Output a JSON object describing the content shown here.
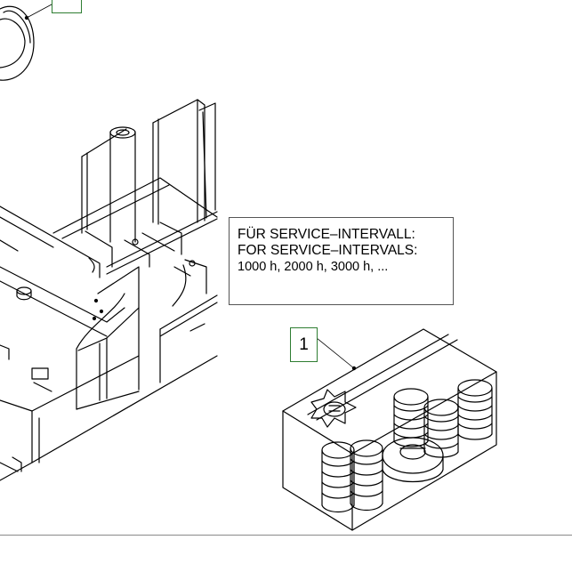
{
  "note": {
    "line1": "FÜR SERVICE–INTERVALL:",
    "line2": "FOR SERVICE–INTERVALS:",
    "line3": "1000 h, 2000 h, 3000 h, ..."
  },
  "callouts": {
    "part_number": "1"
  },
  "colors": {
    "callout_border": "#2e7d32",
    "line": "#000000",
    "frame": "#555555"
  },
  "icons": {
    "kit_badge": "service-kit-badge-icon"
  }
}
